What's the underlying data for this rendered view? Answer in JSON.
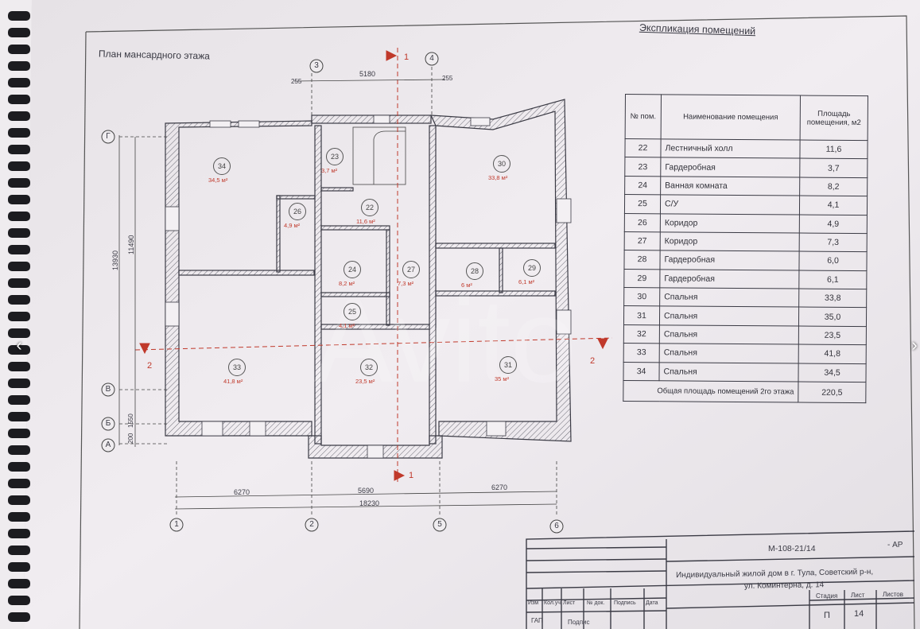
{
  "plan": {
    "title": "План мансардного этажа",
    "section_mark": "1",
    "section_mark_side": "2",
    "dims": {
      "top_total": "5180",
      "top_left": "255",
      "top_right": "255",
      "left_total": "13930",
      "left_inner": "11490",
      "left_small_a": "200",
      "left_small_b": "1550",
      "bottom_left": "6270",
      "bottom_mid": "5690",
      "bottom_right": "6270",
      "bottom_total": "18230"
    },
    "axes_h": [
      "Г",
      "В",
      "Б",
      "А"
    ],
    "axes_v": [
      "1",
      "2",
      "3",
      "4",
      "5",
      "6"
    ],
    "rooms": [
      {
        "num": "34",
        "area": "34,5 м²"
      },
      {
        "num": "23",
        "area": "3,7 м²"
      },
      {
        "num": "30",
        "area": "33,8 м²"
      },
      {
        "num": "26",
        "area": "4,9 м²"
      },
      {
        "num": "22",
        "area": "11,6 м²"
      },
      {
        "num": "24",
        "area": "8,2 м²"
      },
      {
        "num": "27",
        "area": "7,3 м²"
      },
      {
        "num": "28",
        "area": "6 м²"
      },
      {
        "num": "29",
        "area": "6,1 м²"
      },
      {
        "num": "25",
        "area": "4,1 м²"
      },
      {
        "num": "33",
        "area": "41,8 м²"
      },
      {
        "num": "32",
        "area": "23,5 м²"
      },
      {
        "num": "31",
        "area": "35 м²"
      }
    ]
  },
  "explication": {
    "title": "Экспликация помещений",
    "headers": {
      "num": "№ пом.",
      "name": "Наименование помещения",
      "area": "Площадь помещения, м2"
    },
    "rows": [
      {
        "num": "22",
        "name": "Лестничный холл",
        "area": "11,6"
      },
      {
        "num": "23",
        "name": "Гардеробная",
        "area": "3,7"
      },
      {
        "num": "24",
        "name": "Ванная комната",
        "area": "8,2"
      },
      {
        "num": "25",
        "name": "С/У",
        "area": "4,1"
      },
      {
        "num": "26",
        "name": "Коридор",
        "area": "4,9"
      },
      {
        "num": "27",
        "name": "Коридор",
        "area": "7,3"
      },
      {
        "num": "28",
        "name": "Гардеробная",
        "area": "6,0"
      },
      {
        "num": "29",
        "name": "Гардеробная",
        "area": "6,1"
      },
      {
        "num": "30",
        "name": "Спальня",
        "area": "33,8"
      },
      {
        "num": "31",
        "name": "Спальня",
        "area": "35,0"
      },
      {
        "num": "32",
        "name": "Спальня",
        "area": "23,5"
      },
      {
        "num": "33",
        "name": "Спальня",
        "area": "41,8"
      },
      {
        "num": "34",
        "name": "Спальня",
        "area": "34,5"
      }
    ],
    "total_label": "Общая площадь помещений 2го этажа",
    "total_value": "220,5"
  },
  "title_block": {
    "code": "М-108-21/14",
    "code_suffix": "- АР",
    "project": "Индивидуальный жилой дом в г. Тула, Советский р-н,",
    "address": "ул. Коминтерна, д. 14",
    "cols": [
      "Изм",
      "Кол.уч",
      "Лист",
      "№ док.",
      "Подпись",
      "Дата"
    ],
    "stage_label": "Стадия",
    "sheet_label": "Лист",
    "sheets_label": "Листов",
    "stage": "П",
    "sheet": "14",
    "gap": "ГАП",
    "signed": "Подпис"
  },
  "nav": {
    "prev": "‹",
    "next": "›"
  },
  "colors": {
    "paper": "#eeeaee",
    "line": "#3b3b45",
    "red": "#c0392b"
  }
}
